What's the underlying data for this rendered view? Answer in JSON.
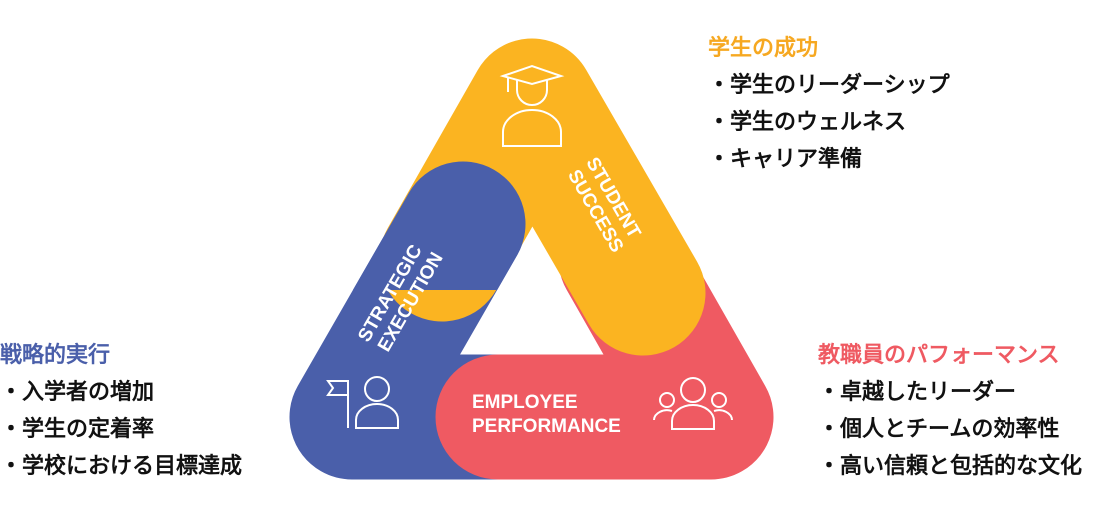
{
  "colors": {
    "student": "#FBB421",
    "strategic": "#4A5FAA",
    "employee": "#EF5A62",
    "student_heading": "#F6A821"
  },
  "diagram": {
    "student": {
      "line1": "STUDENT",
      "line2": "SUCCESS",
      "icon": "graduate-icon"
    },
    "strategic": {
      "line1": "STRATEGIC",
      "line2": "EXECUTION",
      "icon": "flag-person-icon"
    },
    "employee": {
      "line1": "EMPLOYEE",
      "line2": "PERFORMANCE",
      "icon": "group-icon"
    }
  },
  "student_block": {
    "heading": "学生の成功",
    "items": [
      "学生のリーダーシップ",
      "学生のウェルネス",
      "キャリア準備"
    ]
  },
  "strategic_block": {
    "heading": "戦略的実行",
    "items": [
      "入学者の増加",
      "学生の定着率",
      "学校における目標達成"
    ]
  },
  "employee_block": {
    "heading": "教職員のパフォーマンス",
    "items": [
      "卓越したリーダー",
      "個人とチームの効率性",
      "高い信頼と包括的な文化"
    ]
  }
}
